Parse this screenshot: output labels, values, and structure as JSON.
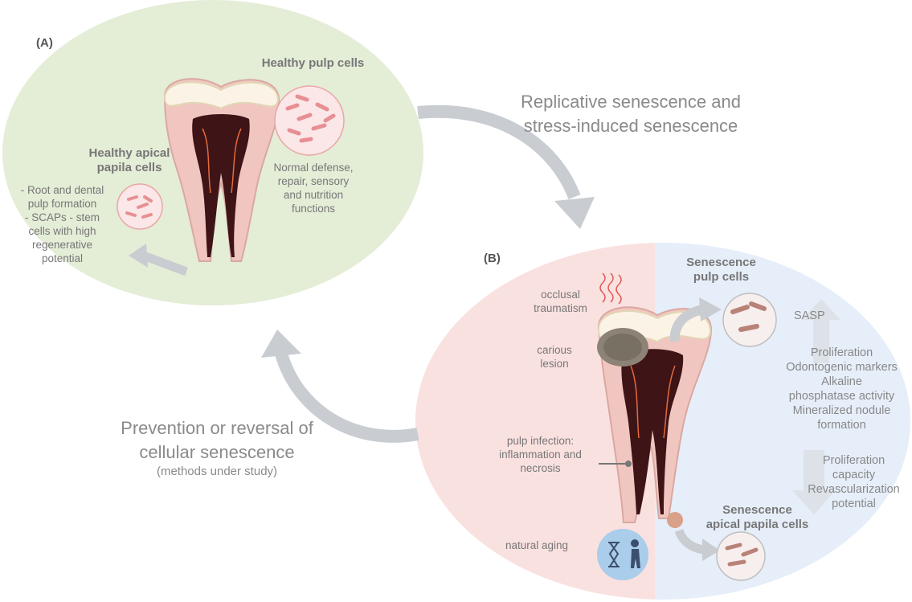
{
  "panel_a": {
    "label": "(A)",
    "healthy_pulp_title": "Healthy pulp cells",
    "healthy_pulp_desc": [
      "Normal defense,",
      "repair, sensory",
      "and nutrition",
      "functions"
    ],
    "apical_title": [
      "Healthy apical",
      "papila cells"
    ],
    "apical_desc": [
      "- Root and dental",
      "pulp formation",
      "- SCAPs - stem",
      "cells with high",
      "regenerative",
      "potential"
    ]
  },
  "arrow_top_text": [
    "Replicative senescence and",
    "stress-induced senescence"
  ],
  "arrow_bottom_text": [
    "Prevention or reversal of",
    "cellular senescence"
  ],
  "arrow_bottom_sub": "(methods under study)",
  "panel_b": {
    "label": "(B)",
    "occlusal": [
      "occlusal",
      "traumatism"
    ],
    "carious": [
      "carious",
      "lesion"
    ],
    "infection": [
      "pulp infection:",
      "inflammation and",
      "necrosis"
    ],
    "aging": "natural aging",
    "senescence_pulp_title": [
      "Senescence",
      "pulp cells"
    ],
    "sasp": "SASP",
    "up_list": [
      "Proliferation",
      "Odontogenic markers",
      "Alkaline",
      "phosphatase activity",
      "Mineralized nodule",
      "formation"
    ],
    "down_list": [
      "Proliferation",
      "capacity",
      "Revascularization",
      "potential"
    ],
    "senescence_apical_title": [
      "Senescence",
      "apical papila cells"
    ]
  },
  "colors": {
    "panel_a_bg": "#e4edd6",
    "panel_b_left_bg": "#f9e1df",
    "panel_b_right_bg": "#e6eef9",
    "arrow": "#c9cdd2",
    "gum_pink": "#f2c6c0",
    "pulp_dark": "#3e1416"
  }
}
